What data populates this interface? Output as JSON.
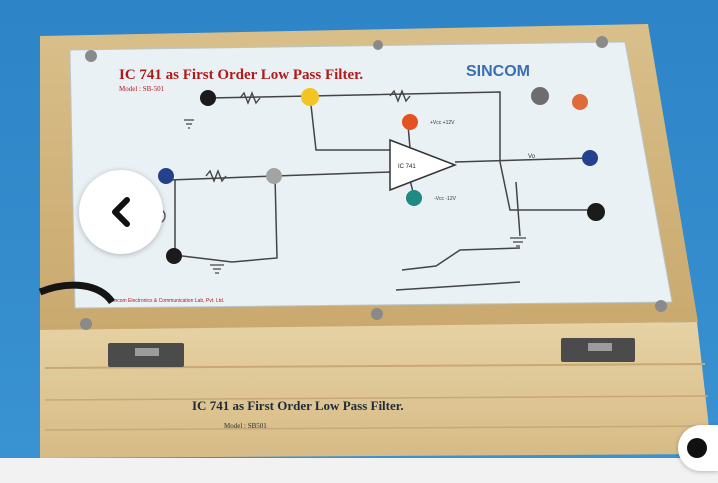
{
  "photo": {
    "panel_title": "IC 741 as First Order Low Pass Filter.",
    "panel_model": "Model : SB-501",
    "brand_logo": "SINCOM",
    "ic_label": "IC 741",
    "plus_supply": "+Vcc +12V",
    "minus_supply": "-Vcc -12V",
    "output_label": "Vo",
    "footer_company": "Sincom Electronics & Communication Lab, Pvt. Ltd.",
    "front_title": "IC 741 as First Order Low Pass Filter.",
    "front_model": "Model : SB501"
  },
  "controls": {
    "previous_icon": "chevron-left-icon",
    "next_icon": "filled-circle-icon"
  },
  "colors": {
    "background": "#f2f2f2",
    "wood": "#dcc392",
    "panel": "#e8f0f4",
    "title_red": "#b01a1a"
  }
}
